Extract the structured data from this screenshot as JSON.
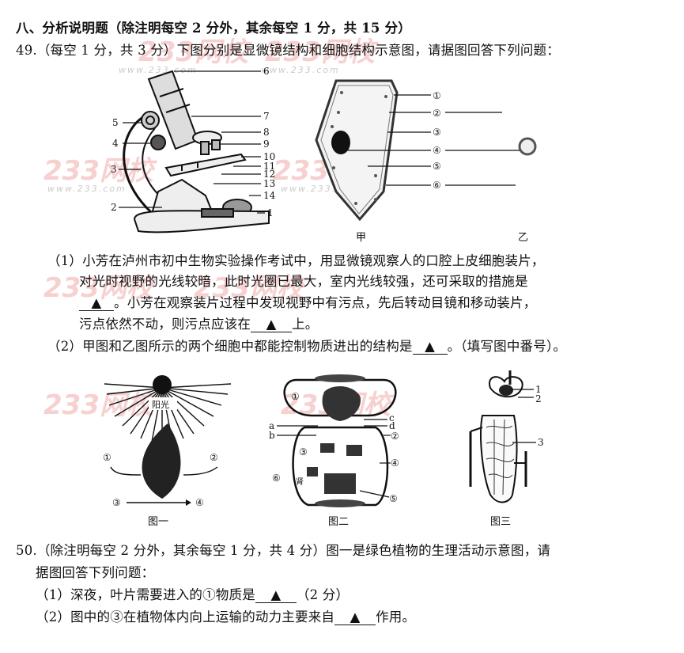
{
  "section": {
    "title": "八、分析说明题（除注明每空 2 分外，其余每空 1 分，共 15 分）"
  },
  "q49": {
    "stem": "49.（每空 1 分，共 3 分）下图分别是显微镜结构和细胞结构示意图，请据图回答下列问题：",
    "microscope_labels": [
      "1",
      "2",
      "3",
      "4",
      "5",
      "6",
      "7",
      "8",
      "9",
      "10",
      "11",
      "12",
      "13",
      "14"
    ],
    "cell_labels": [
      "①",
      "②",
      "③",
      "④",
      "⑤",
      "⑥"
    ],
    "cell_jia_caption": "甲",
    "cell_yi_caption": "乙",
    "p1_line1": "（1）小芳在泸州市初中生物实验操作考试中，用显微镜观察人的口腔上皮细胞装片，",
    "p1_line2": "对光时视野的光线较暗，此时光圈已最大，室内光线较强，还可采取的措施是",
    "p1_line3_blank": "▲",
    "p1_line3_text": "。小芳在观察装片过程中发现视野中有污点，先后转动目镜和移动装片，",
    "p1_line4_pre": "污点依然不动，则污点应该在",
    "p1_line4_blank": "▲",
    "p1_line4_post": "上。",
    "p2_pre": "（2）甲图和乙图所示的两个细胞中都能控制物质进出的结构是",
    "p2_blank": "▲",
    "p2_post": "。（填写图中番号）。"
  },
  "figures": {
    "fig1": {
      "caption": "图一",
      "sun_label": "阳光",
      "labels": [
        "①",
        "②",
        "③",
        "④"
      ]
    },
    "fig2": {
      "caption": "图二",
      "labels": [
        "①",
        "②",
        "③",
        "④",
        "⑤",
        "⑥",
        "a",
        "b",
        "c",
        "d"
      ],
      "organ_label": "肾"
    },
    "fig3": {
      "caption": "图三",
      "labels": [
        "1",
        "2",
        "3"
      ]
    }
  },
  "q50": {
    "stem_line1": "50.（除注明每空 2 分外，其余每空 1 分，共 4 分）图一是绿色植物的生理活动示意图，请",
    "stem_line2": "据图回答下列问题：",
    "p1_pre": "（1）深夜，叶片需要进入的①物质是",
    "p1_blank": "▲",
    "p1_post": "（2 分）",
    "p2_pre": "（2）图中的③在植物体内向上运输的动力主要来自",
    "p2_blank": "▲",
    "p2_post": "作用。"
  },
  "watermark": {
    "brand": "233网校",
    "url": "www.233.com"
  }
}
